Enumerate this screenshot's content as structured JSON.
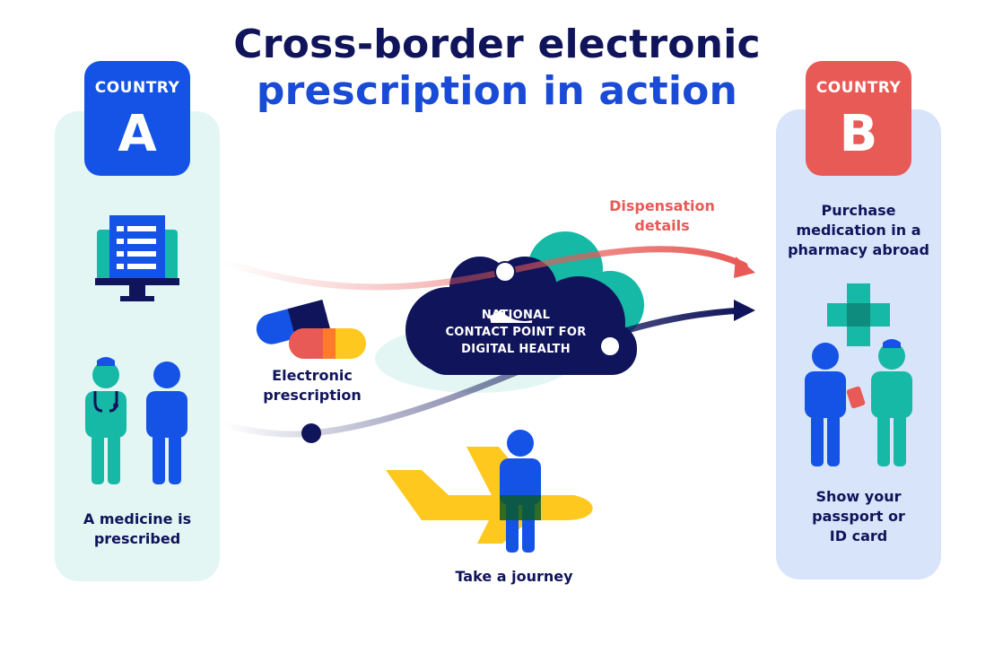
{
  "title": {
    "line1": "Cross-border electronic",
    "line2": "prescription in action"
  },
  "country_a": {
    "badge_word": "COUNTRY",
    "badge_letter": "A",
    "caption_line1": "A medicine is",
    "caption_line2": "prescribed"
  },
  "country_b": {
    "badge_word": "COUNTRY",
    "badge_letter": "B",
    "top_caption_line1": "Purchase",
    "top_caption_line2": "medication in a",
    "top_caption_line3": "pharmacy abroad",
    "bottom_caption_line1": "Show your",
    "bottom_caption_line2": "passport or",
    "bottom_caption_line3": "ID card"
  },
  "center": {
    "prescription_line1": "Electronic",
    "prescription_line2": "prescription",
    "dispensation_line1": "Dispensation",
    "dispensation_line2": "details",
    "cloud_line1": "NATIONAL",
    "cloud_line2": "CONTACT POINT FOR",
    "cloud_line3": "DIGITAL HEALTH",
    "journey": "Take a journey"
  },
  "colors": {
    "navy": "#10145a",
    "blue": "#1553e6",
    "teal": "#16b8a6",
    "red": "#e85a56",
    "yellow": "#ffc81e"
  },
  "icons": [
    "computer-prescription-icon",
    "doctor-icon",
    "patient-icon",
    "pill-capsules-icon",
    "cloud-icon",
    "airplane-icon",
    "traveler-icon",
    "pharmacy-cross-icon",
    "pharmacist-icon",
    "passport-card-icon",
    "arrow-icon"
  ]
}
